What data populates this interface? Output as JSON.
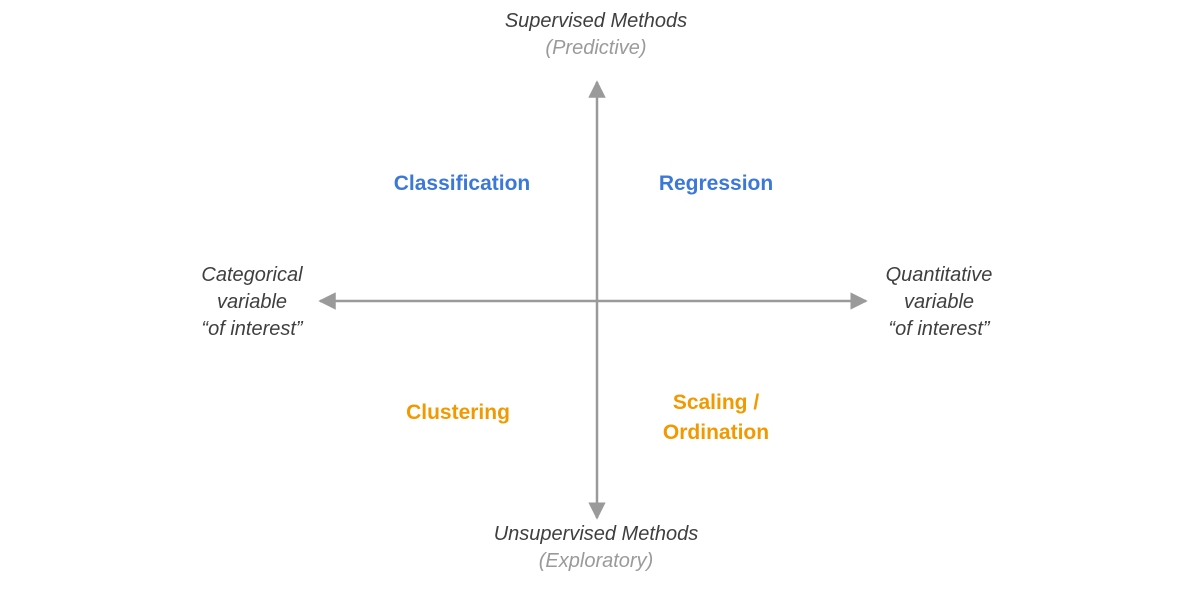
{
  "axes": {
    "top": {
      "title": "Supervised Methods",
      "subtitle": "(Predictive)"
    },
    "bottom": {
      "title": "Unsupervised Methods",
      "subtitle": "(Exploratory)"
    },
    "left": {
      "lines": [
        "Categorical",
        "variable",
        "“of interest”"
      ]
    },
    "right": {
      "lines": [
        "Quantitative",
        "variable",
        "“of interest”"
      ]
    }
  },
  "quadrants": {
    "top_left": "Classification",
    "top_right": "Regression",
    "bottom_left": "Clustering",
    "bottom_right": {
      "lines": [
        "Scaling /",
        "Ordination"
      ]
    }
  },
  "colors": {
    "axis": "#9a9a9a",
    "supervised": "#3c78d8",
    "unsupervised": "#f29900",
    "axis_title": "#3f3f3f",
    "axis_subtitle": "#9a9a9a"
  }
}
